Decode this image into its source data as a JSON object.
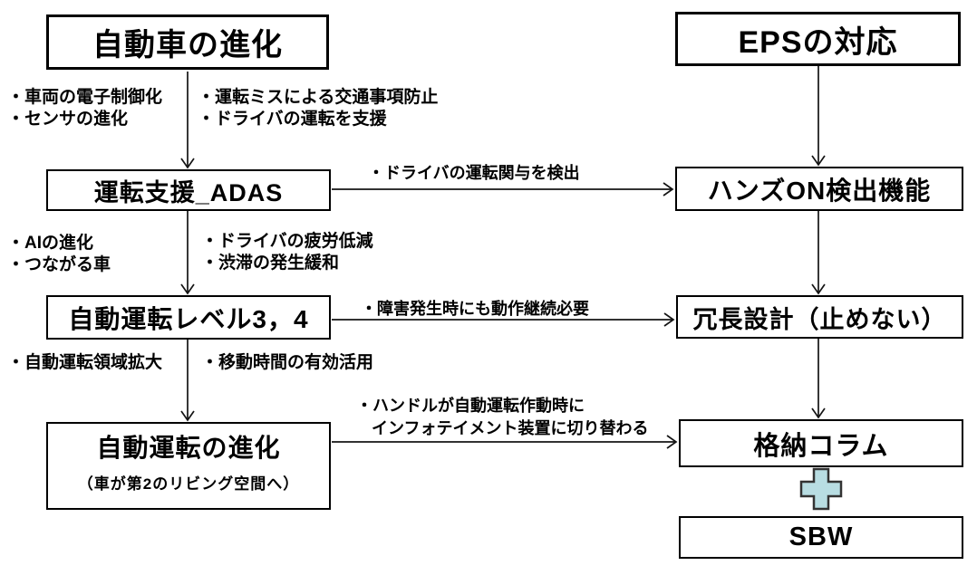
{
  "diagram": {
    "nodes": {
      "car_evolution": "自動車の進化",
      "eps": "EPSの対応",
      "adas": "運転支援_ADAS",
      "hands_on": "ハンズON検出機能",
      "level34": "自動運転レベル3，4",
      "redundant": "冗長設計（止めない）",
      "ad_evolution": "自動運転の進化",
      "ad_evolution_sub": "（車が第2のリビング空間へ）",
      "storage_column": "格納コラム",
      "sbw": "SBW"
    },
    "annotations": {
      "row1_left": [
        "・車両の電子制御化",
        "・センサの進化"
      ],
      "row1_right": [
        "・運転ミスによる交通事項防止",
        "・ドライバの運転を支援"
      ],
      "row2_left": [
        "・AIの進化",
        "・つながる車"
      ],
      "row2_right": [
        "・ドライバの疲労低減",
        "・渋滞の発生緩和"
      ],
      "row3_left": [
        "・自動運転領域拡大"
      ],
      "row3_right": [
        "・移動時間の有効活用"
      ]
    },
    "arrow_labels": {
      "adas_to_hands_on": [
        "・ドライバの運転関与を検出"
      ],
      "level34_to_redundant": [
        "・障害発生時にも動作継続必要"
      ],
      "ad_to_storage": [
        "・ハンドルが自動運転作動時に",
        "インフォテイメント装置に切り替わる"
      ]
    },
    "plus_icon": {
      "meaning": "plus-combine-icon",
      "fill": "#b8dde2",
      "stroke": "#333333"
    },
    "colors": {
      "box_border": "#000000",
      "line": "#141414",
      "background": "#ffffff",
      "text": "#000000"
    }
  }
}
